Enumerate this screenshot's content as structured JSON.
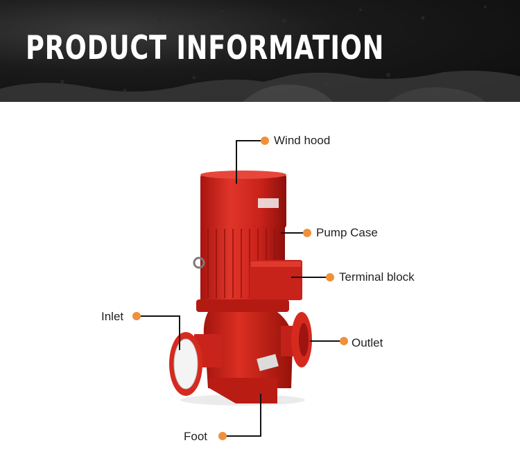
{
  "header": {
    "title": "PRODUCT INFORMATION"
  },
  "colors": {
    "banner_bg": "#141414",
    "title": "#ffffff",
    "pump_red": "#d8261c",
    "pump_dark": "#9e1410",
    "callout_dot": "#f0903a",
    "leader_line": "#111111"
  },
  "callouts": {
    "wind_hood": "Wind hood",
    "pump_case": "Pump Case",
    "terminal_block": "Terminal block",
    "inlet": "Inlet",
    "outlet": "Outlet",
    "foot": "Foot"
  }
}
